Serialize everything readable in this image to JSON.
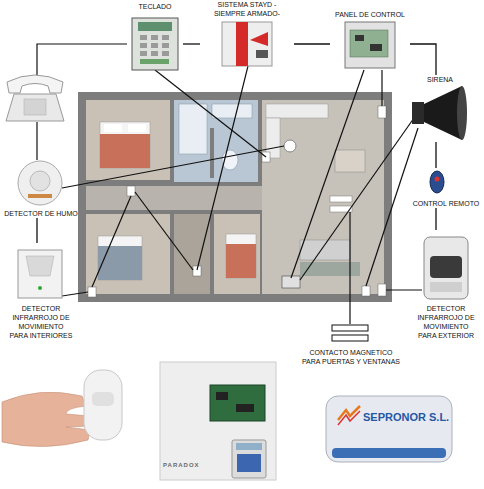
{
  "diagram": {
    "nodes": [
      {
        "text": [
          "TECLADO"
        ]
      },
      {
        "text": [
          "SISTEMA STAYD -SIEMPRE ARMADO-"
        ]
      },
      {
        "text": [
          "PANEL DE CONTROL"
        ]
      },
      {
        "text": [
          "SIRENA"
        ]
      },
      {
        "text": [
          "DETECTOR DE HUMO"
        ]
      },
      {
        "text": [
          "CONTROL REMOTO"
        ]
      },
      {
        "text": [
          "DETECTOR INFRARROJO DE MOVIMIENTO PARA INTERIORES"
        ]
      },
      {
        "text": [
          "DETECTOR INFRARROJO DE MOVIMIENTO PARA EXTERIOR"
        ]
      },
      {
        "text": [
          "CONTACTO MAGNETICO PARA PUERTAS Y VENTANAS"
        ]
      }
    ],
    "edges": [
      {
        "from": 0,
        "to": 1,
        "arrow": "none"
      },
      {
        "from": 1,
        "to": 2,
        "arrow": "none"
      },
      {
        "from": 2,
        "to": 3,
        "arrow": "none"
      },
      {
        "from": 3,
        "to": 5,
        "arrow": "none"
      },
      {
        "from": 5,
        "to": 7,
        "arrow": "none"
      },
      {
        "from": 4,
        "to": 6,
        "arrow": "none"
      }
    ],
    "labels": [
      "PARADOX",
      "SEPRONOR S.L."
    ]
  }
}
